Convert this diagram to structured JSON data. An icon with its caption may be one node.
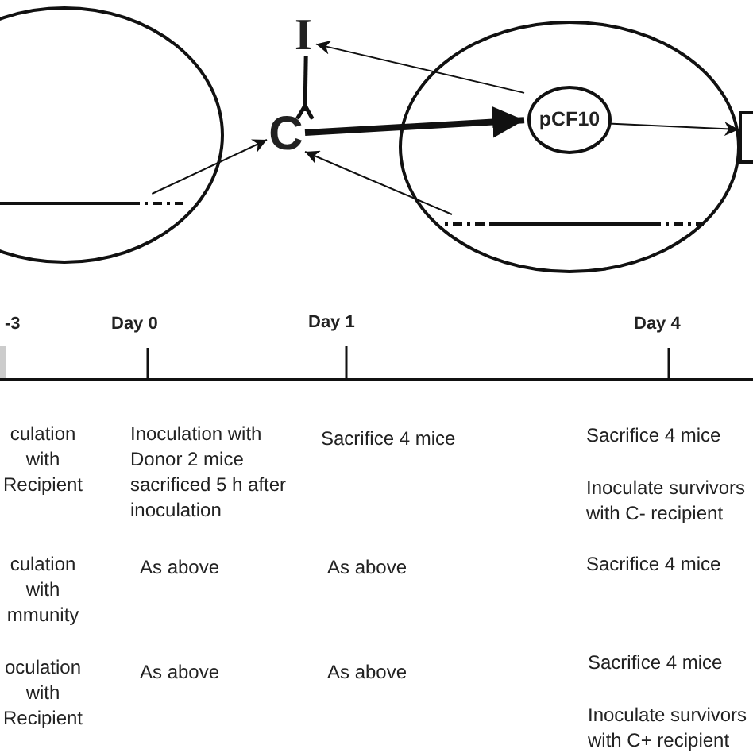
{
  "diagram": {
    "nodes": [
      {
        "text": [],
        "shape": "circle"
      },
      {
        "text": [],
        "shape": "circle"
      },
      {
        "text": [
          "C"
        ]
      },
      {
        "text": [
          "I"
        ]
      },
      {
        "text": [
          "pCF10"
        ],
        "in": 1
      },
      {
        "text": [],
        "shape": "box"
      },
      {
        "text": [],
        "shape": "bar",
        "in": 0
      },
      {
        "text": [],
        "shape": "bar",
        "in": 1
      }
    ],
    "edges": [
      {
        "from": 6,
        "to": 2,
        "arrow": "to"
      },
      {
        "from": 7,
        "to": 2,
        "arrow": "to"
      },
      {
        "from": 4,
        "to": 3,
        "arrow": "to"
      },
      {
        "from": 3,
        "to": 2,
        "arrow": "other",
        "style": "thick"
      },
      {
        "from": 2,
        "to": 4,
        "arrow": "to",
        "style": "thick"
      },
      {
        "from": 4,
        "to": 5,
        "arrow": "to"
      }
    ],
    "labels": [
      "-3",
      "Day 0",
      "Day 1",
      "Day 4",
      "culation with Recipient",
      "Inoculation with Donor 2 mice sacrificed 5 h after inoculation",
      "Sacrifice 4 mice",
      "Sacrifice 4 mice",
      "Inoculate survivors with C-  recipient",
      "culation with mmunity",
      "As above",
      "As above",
      "Sacrifice 4 mice",
      "oculation with Recipient",
      "As above",
      "As above",
      "Sacrifice 4 mice",
      "Inoculate survivors with C+  recipient"
    ]
  }
}
